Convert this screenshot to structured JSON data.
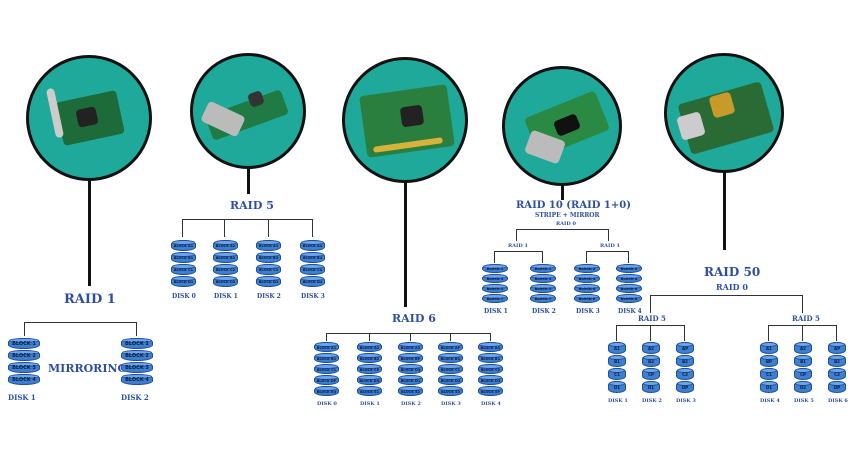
{
  "raid1": {
    "title": "RAID 1",
    "center_label": "MIRRORING",
    "disks": [
      {
        "name": "DISK 1",
        "blocks": [
          "BLOCK 1",
          "BLOCK 2",
          "BLOCK 3",
          "BLOCK 4"
        ]
      },
      {
        "name": "DISK 2",
        "blocks": [
          "BLOCK 1",
          "BLOCK 2",
          "BLOCK 3",
          "BLOCK 4"
        ]
      }
    ]
  },
  "raid5": {
    "title": "RAID 5",
    "disks": [
      {
        "name": "DISK 0",
        "blocks": [
          "BLOCK A1",
          "BLOCK B1",
          "BLOCK C1",
          "BLOCK D1"
        ]
      },
      {
        "name": "DISK 1",
        "blocks": [
          "BLOCK A2",
          "BLOCK B2",
          "BLOCK C2",
          "BLOCK D2"
        ]
      },
      {
        "name": "DISK 2",
        "blocks": [
          "BLOCK A3",
          "BLOCK B3",
          "BLOCK C3",
          "BLOCK D3"
        ]
      },
      {
        "name": "DISK 3",
        "blocks": [
          "BLOCK A4",
          "BLOCK B4",
          "BLOCK C4",
          "BLOCK D4"
        ]
      }
    ]
  },
  "raid6": {
    "title": "RAID 6",
    "disks": [
      {
        "name": "DISK 0",
        "blocks": [
          "BLOCK A1",
          "BLOCK B1",
          "BLOCK C1",
          "BLOCK DP",
          "BLOCK EQ"
        ]
      },
      {
        "name": "DISK 1",
        "blocks": [
          "BLOCK A2",
          "BLOCK B2",
          "BLOCK CP",
          "BLOCK DQ",
          "BLOCK E1"
        ]
      },
      {
        "name": "DISK 2",
        "blocks": [
          "BLOCK A3",
          "BLOCK BP",
          "BLOCK CQ",
          "BLOCK D1",
          "BLOCK E2"
        ]
      },
      {
        "name": "DISK 3",
        "blocks": [
          "BLOCK AP",
          "BLOCK BQ",
          "BLOCK C1",
          "BLOCK D2",
          "BLOCK E3"
        ]
      },
      {
        "name": "DISK 4",
        "blocks": [
          "BLOCK AQ",
          "BLOCK B1",
          "BLOCK C2",
          "BLOCK D3",
          "BLOCK EP"
        ]
      }
    ]
  },
  "raid10": {
    "title": "RAID 10 (RAID 1+0)",
    "subtitle": "STRIPE + MIRROR",
    "top_label": "RAID 0",
    "groups": [
      {
        "label": "RAID 1"
      },
      {
        "label": "RAID 1"
      }
    ],
    "disks": [
      {
        "name": "DISK 1",
        "blocks": [
          "BLOCK 1",
          "BLOCK 3",
          "BLOCK 5",
          "BLOCK 7"
        ]
      },
      {
        "name": "DISK 2",
        "blocks": [
          "BLOCK 1",
          "BLOCK 3",
          "BLOCK 5",
          "BLOCK 7"
        ]
      },
      {
        "name": "DISK 3",
        "blocks": [
          "BLOCK 2",
          "BLOCK 4",
          "BLOCK 6",
          "BLOCK 8"
        ]
      },
      {
        "name": "DISK 4",
        "blocks": [
          "BLOCK 2",
          "BLOCK 4",
          "BLOCK 6",
          "BLOCK 8"
        ]
      }
    ]
  },
  "raid50": {
    "title": "RAID 50",
    "top_label": "RAID 0",
    "groups": [
      {
        "label": "RAID 5"
      },
      {
        "label": "RAID 5"
      }
    ],
    "disks": [
      {
        "name": "DISK 1",
        "blocks": [
          "A1",
          "B1",
          "C1",
          "D1"
        ]
      },
      {
        "name": "DISK 2",
        "blocks": [
          "A2",
          "B2",
          "CP",
          "D1"
        ]
      },
      {
        "name": "DISK 3",
        "blocks": [
          "AP",
          "B2",
          "C2",
          "DP"
        ]
      },
      {
        "name": "DISK 4",
        "blocks": [
          "A1",
          "BP",
          "C1",
          "D1"
        ]
      },
      {
        "name": "DISK 5",
        "blocks": [
          "A2",
          "B1",
          "CP",
          "D2"
        ]
      },
      {
        "name": "DISK 6",
        "blocks": [
          "AP",
          "B2",
          "C2",
          "DP"
        ]
      }
    ]
  },
  "colors": {
    "circle": "#1fa99a",
    "disk": "#3f7fcf",
    "text": "#2d4ea1"
  }
}
